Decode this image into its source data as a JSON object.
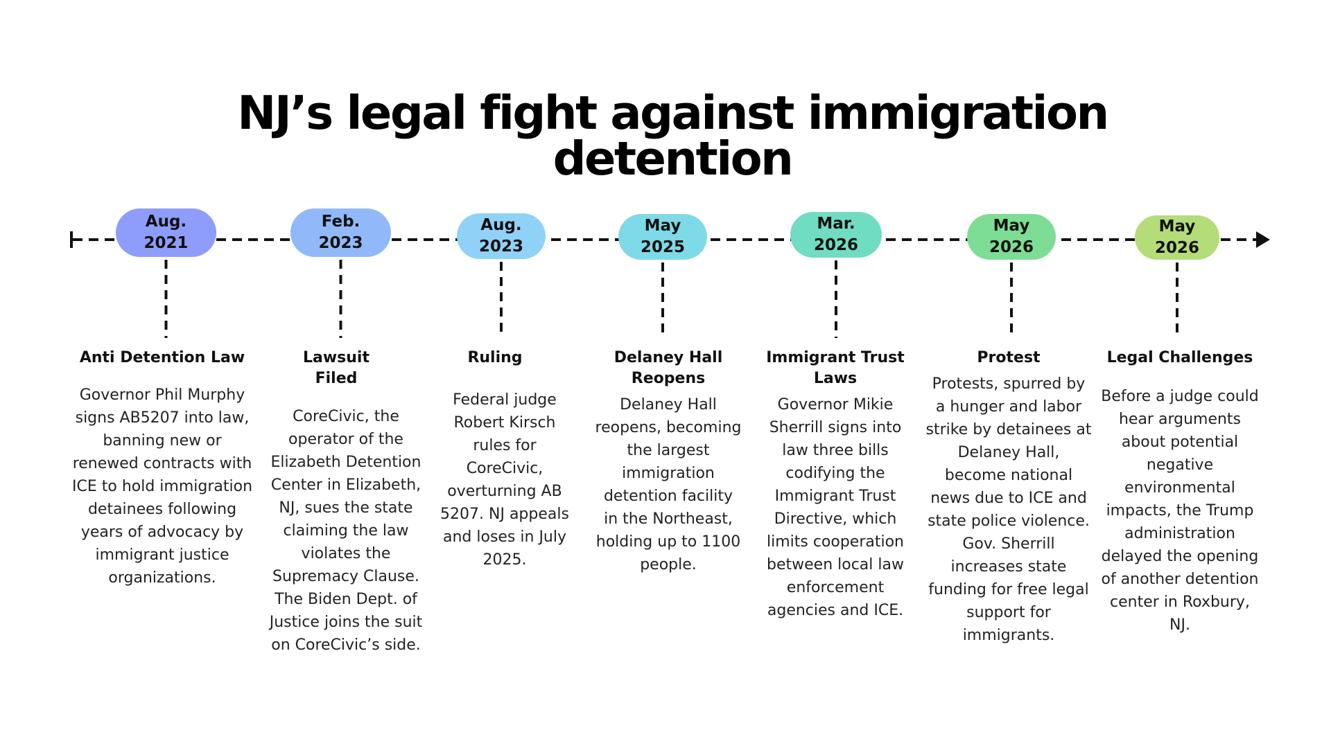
{
  "title": "NJ’s legal fight against immigration detention",
  "colors": {
    "axis": "#111111",
    "event_colors": [
      "#8e9dfb",
      "#91b9f9",
      "#8fd1f7",
      "#7edae6",
      "#70dcc2",
      "#7ddd94",
      "#b4dc79"
    ]
  },
  "events": [
    {
      "month": "Aug.",
      "year": "2021",
      "heading": "Anti Detention Law",
      "text": "Governor Phil Murphy signs AB5207 into law, banning new or renewed contracts with ICE to hold immigration detainees following years of advocacy by immigrant justice organizations."
    },
    {
      "month": "Feb.",
      "year": "2023",
      "heading": "Lawsuit Filed",
      "text": "CoreCivic, the operator of the Elizabeth Detention Center in Elizabeth, NJ, sues the state claiming the law violates the Supremacy Clause. The Biden Dept. of Justice joins the suit on CoreCivic’s side."
    },
    {
      "month": "Aug.",
      "year": "2023",
      "heading": "Ruling",
      "text": "Federal judge Robert Kirsch rules for CoreCivic, overturning AB 5207. NJ appeals and loses in July 2025."
    },
    {
      "month": "May",
      "year": "2025",
      "heading": "Delaney Hall Reopens",
      "text": "Delaney Hall reopens, becoming the largest immigration detention facility in the Northeast, holding up to 1100 people."
    },
    {
      "month": "Mar.",
      "year": "2026",
      "heading": "Immigrant Trust Laws",
      "text": "Governor Mikie Sherrill signs into law three bills codifying the Immigrant Trust Directive, which limits cooperation between local law enforcement agencies and ICE."
    },
    {
      "month": "May",
      "year": "2026",
      "heading": "Protest",
      "text": "Protests, spurred by a hunger and labor strike by detainees at Delaney Hall, become national news due to ICE and state police violence. Gov. Sherrill increases state funding for free legal support for immigrants."
    },
    {
      "month": "May",
      "year": "2026",
      "heading": "Legal Challenges",
      "text": "Before a judge could hear arguments about potential negative environmental impacts, the Trump administration delayed the opening of another detention center in Roxbury, NJ."
    }
  ]
}
